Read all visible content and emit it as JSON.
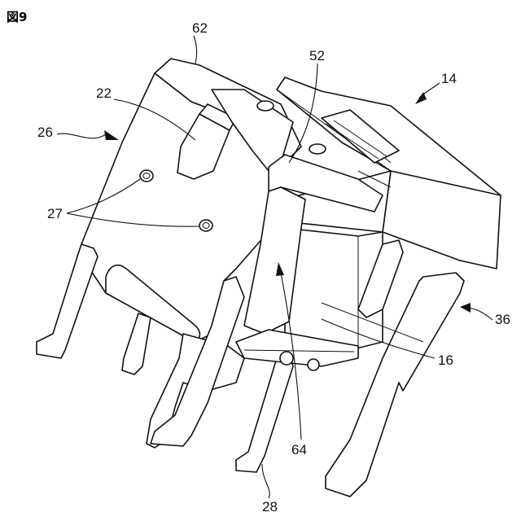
{
  "figure": {
    "title": "図9",
    "labels": {
      "l62": "62",
      "l52": "52",
      "l14": "14",
      "l22": "22",
      "l26": "26",
      "l27": "27",
      "l36": "36",
      "l16": "16",
      "l64": "64",
      "l28": "28"
    }
  }
}
